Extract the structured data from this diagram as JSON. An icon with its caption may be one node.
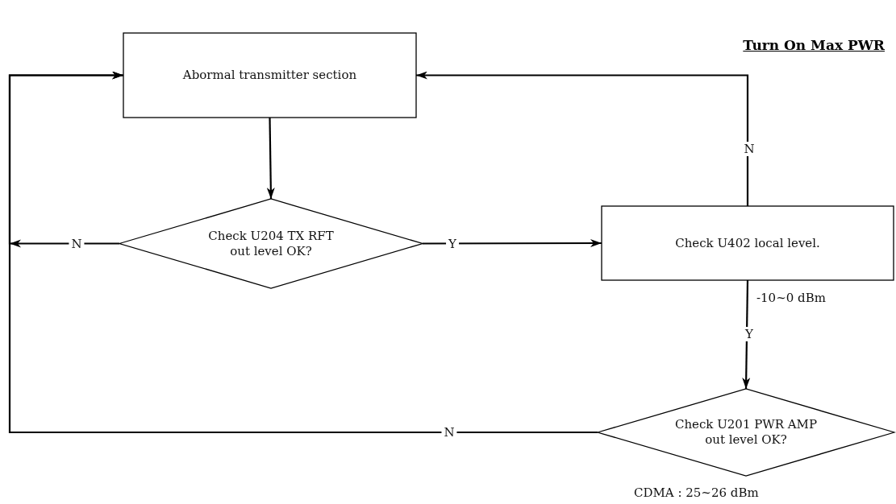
{
  "diagram": {
    "title": "Turn On Max PWR",
    "nodes": [
      {
        "text": [
          "Abormal transmitter section"
        ]
      },
      {
        "text": [
          "Check U204 TX RFT out level OK?"
        ]
      },
      {
        "text": [
          "Check U402 local level."
        ]
      },
      {
        "text": [
          "Check U201 PWR AMP out level OK?"
        ],
        "beside": [
          "CDMA : 25~26 dBm"
        ]
      }
    ],
    "edges": [
      {
        "from": 0,
        "to": 1,
        "arrow": "to"
      },
      {
        "from": 1,
        "to": 2,
        "arrow": "to",
        "label": "Y"
      },
      {
        "from": 1,
        "to": 0,
        "arrow": "to",
        "label": "N"
      },
      {
        "from": 2,
        "to": 0,
        "arrow": "to",
        "label": "N"
      },
      {
        "from": 2,
        "to": 3,
        "arrow": "to",
        "label": "Y"
      },
      {
        "from": 3,
        "to": 0,
        "arrow": "to",
        "label": "N"
      }
    ],
    "labels": [
      "-10~0 dBm"
    ]
  }
}
